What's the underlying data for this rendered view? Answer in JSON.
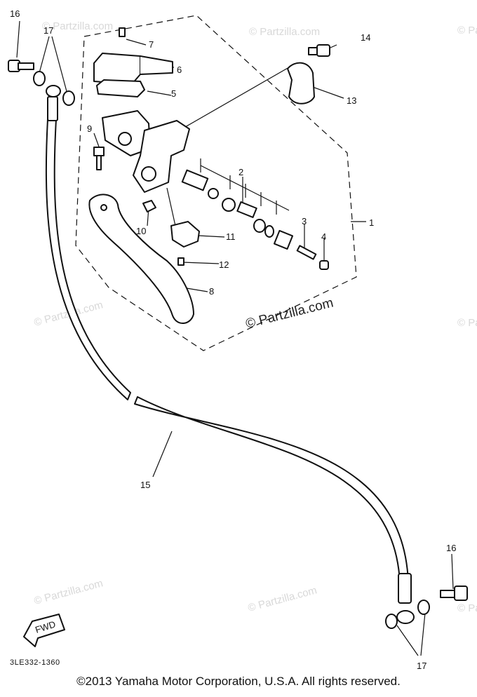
{
  "watermark": "© Partzilla.com",
  "diagram_code": "3LE332-1360",
  "fwd_label": "FWD",
  "copyright": "©2013  Yamaha Motor Corporation, U.S.A. All rights reserved.",
  "callouts": {
    "c1": "1",
    "c2": "2",
    "c3": "3",
    "c4": "4",
    "c5": "5",
    "c6": "6",
    "c7": "7",
    "c8": "8",
    "c9": "9",
    "c10": "10",
    "c11": "11",
    "c12": "12",
    "c13": "13",
    "c14": "14",
    "c15": "15",
    "c16a": "16",
    "c16b": "16",
    "c17a": "17",
    "c17b": "17"
  }
}
